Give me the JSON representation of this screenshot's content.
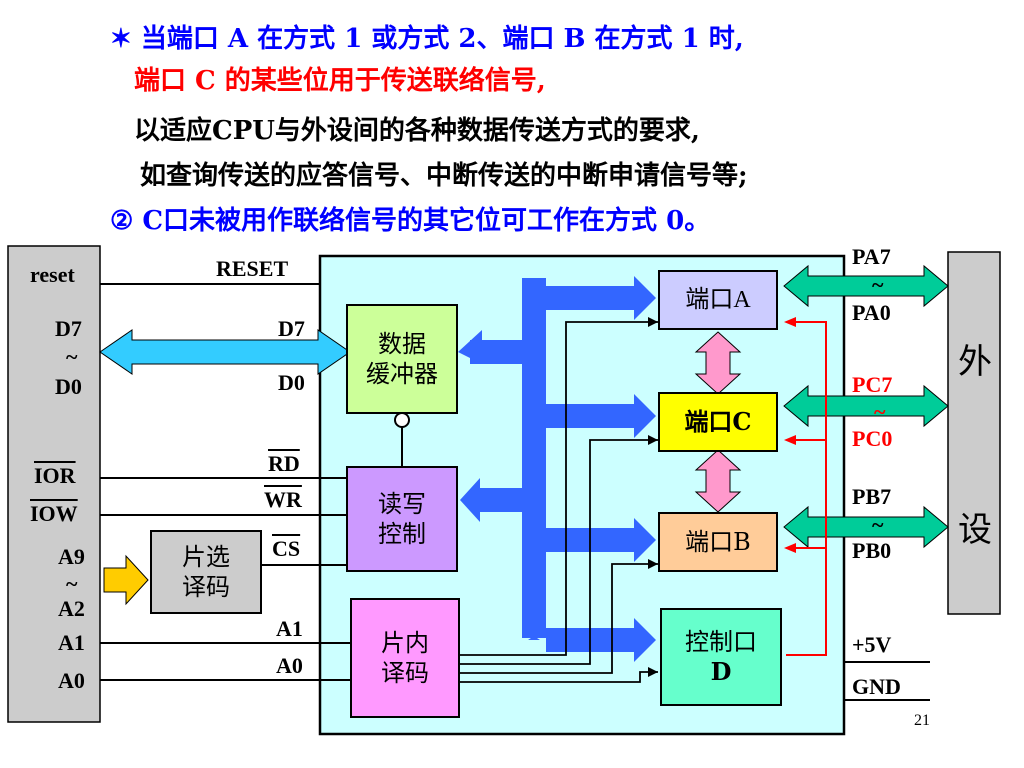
{
  "text": {
    "line1_star": "✶",
    "line1": "当端口 A 在方式 1 或方式 2、端口 B 在方式 1 时,",
    "line2": "端口 C 的某些位用于传送联络信号,",
    "line3": "以适应CPU与外设间的各种数据传送方式的要求,",
    "line4": "如查询传送的应答信号、中断传送的中断申请信号等;",
    "line5": "② C口未被用作联络信号的其它位可工作在方式 0。"
  },
  "cpu_side": {
    "reset": "reset",
    "d7": "D7",
    "tilde1": "~",
    "d0": "D0",
    "ior": "IOR",
    "iow": "IOW",
    "a9": "A9",
    "tilde2": "~",
    "a2": "A2",
    "a1": "A1",
    "a0": "A0"
  },
  "chip_pins": {
    "reset": "RESET",
    "d7": "D7",
    "d0": "D0",
    "rd": "RD",
    "wr": "WR",
    "cs": "CS",
    "a1": "A1",
    "a0": "A0"
  },
  "blocks": {
    "decoder": [
      "片选",
      "译码"
    ],
    "buffer": [
      "数据",
      "缓冲器"
    ],
    "rw": [
      "读写",
      "控制"
    ],
    "internal_decoder": [
      "片内",
      "译码"
    ],
    "port_a": "端口A",
    "port_c": "端口C",
    "port_b": "端口B",
    "control_port": [
      "控制口",
      "D"
    ],
    "peripheral": [
      "外",
      "设"
    ]
  },
  "port_pins": {
    "pa7": "PA7",
    "pa_tilde": "~",
    "pa0": "PA0",
    "pc7": "PC7",
    "pc_tilde": "~",
    "pc0": "PC0",
    "pb7": "PB7",
    "pb_tilde": "~",
    "pb0": "PB0",
    "vcc": "+5V",
    "gnd": "GND"
  },
  "page_number": "21",
  "colors": {
    "title_blue": "#0000ff",
    "title_red": "#ff0000",
    "chip_fill": "#ccffff",
    "bus_blue": "#3366ff",
    "data_bus_cyan": "#33ccff",
    "port_bus_green": "#00cc99",
    "pink_arrow": "#ff99cc",
    "yellow_arrow": "#ffcc00",
    "buffer_green": "#ccff99",
    "purple_block": "#cc99ff",
    "pink_block": "#ff99ff",
    "port_a_fill": "#ccccff",
    "port_c_fill": "#ffff00",
    "port_b_fill": "#ffcc99",
    "control_fill": "#66ffcc",
    "gray_panel": "#cccccc"
  }
}
